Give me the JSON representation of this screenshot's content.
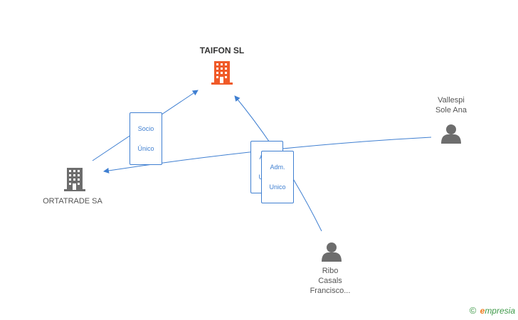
{
  "colors": {
    "edge": "#3f7fd1",
    "company_main": "#f05a28",
    "company": "#6d6d6d",
    "person": "#6d6d6d"
  },
  "nodes": {
    "taifon": {
      "label": "TAIFON SL",
      "icon": "building-icon"
    },
    "ortatrade": {
      "label": "ORTATRADE SA",
      "icon": "building-icon"
    },
    "vallespi": {
      "label_lines": [
        "Vallespi",
        "Sole Ana"
      ],
      "icon": "person-icon"
    },
    "ribo": {
      "label_lines": [
        "Ribo",
        "Casals",
        "Francisco..."
      ],
      "icon": "person-icon"
    }
  },
  "edges": {
    "socio": {
      "label_lines": [
        "Socio",
        "Único"
      ]
    },
    "adm1": {
      "label_lines": [
        "Adm.",
        "Unico"
      ]
    },
    "adm2": {
      "label_lines": [
        "Adm.",
        "Unico"
      ]
    }
  },
  "watermark": {
    "copyright": "©",
    "brand_initial": "e",
    "brand_rest": "mpresia"
  }
}
